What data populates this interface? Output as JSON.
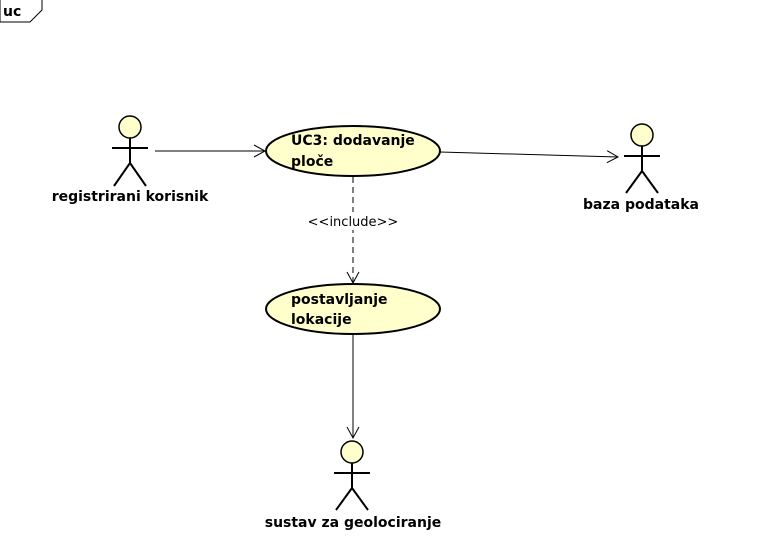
{
  "diagram": {
    "frame_label": "uc",
    "colors": {
      "fill": "#FFFFCC",
      "stroke": "#000000"
    },
    "actors": {
      "user": "registrirani korisnik",
      "database": "baza podataka",
      "geo": "sustav za geolociranje"
    },
    "use_cases": {
      "uc3": {
        "line1": "UC3: dodavanje",
        "line2": "ploče"
      },
      "location": {
        "line1": "postavljanje",
        "line2": "lokacije"
      }
    },
    "relations": {
      "include_label": "<<include>>"
    }
  }
}
